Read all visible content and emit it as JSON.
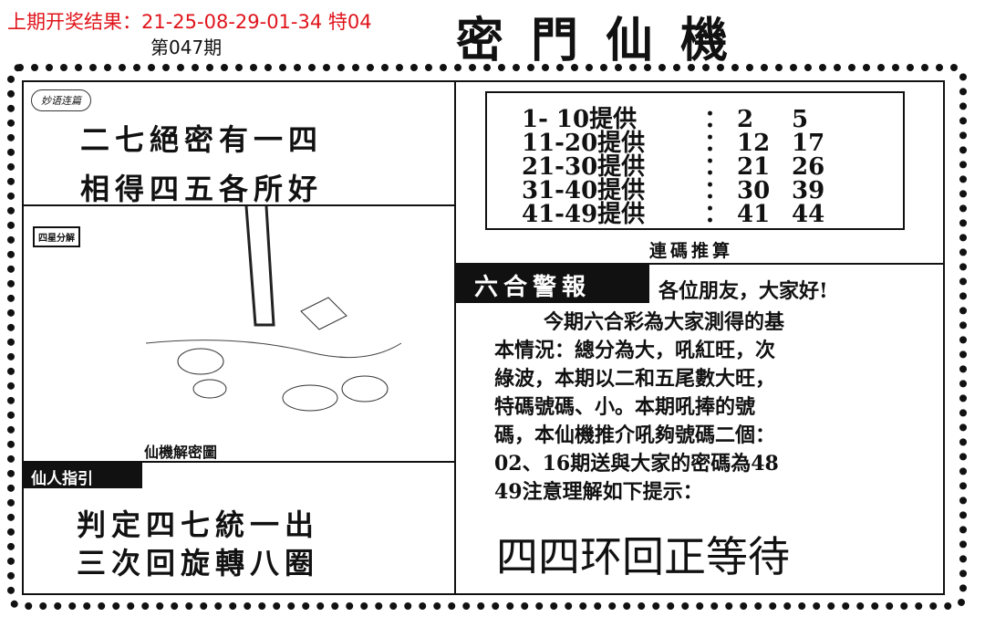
{
  "header": {
    "last_result": "上期开奖结果：21-25-08-29-01-34 特04",
    "issue": "第047期",
    "title": "密門仙機"
  },
  "left": {
    "badge": "妙语连篇",
    "poem1": [
      "二七絕密有一四",
      "相得四五各所好"
    ],
    "picture_badge": "四星分解",
    "picture_caption": "仙機解密圖",
    "guide_label": "仙人指引",
    "poem2": [
      "判定四七統一出",
      "三次回旋轉八圈"
    ]
  },
  "right": {
    "ranges": [
      {
        "range": "1- 10提供",
        "sep": "：",
        "a": "2",
        "b": "5"
      },
      {
        "range": "11-20提供",
        "sep": "：",
        "a": "12",
        "b": "17"
      },
      {
        "range": "21-30提供",
        "sep": "：",
        "a": "21",
        "b": "26"
      },
      {
        "range": "31-40提供",
        "sep": "：",
        "a": "30",
        "b": "39"
      },
      {
        "range": "41-49提供",
        "sep": "：",
        "a": "41",
        "b": "44"
      }
    ],
    "ranges_caption": "連碼推算",
    "alert_label": "六合警報",
    "alert_lines": [
      "各位朋友，大家好!",
      "今期六合彩為大家測得的基",
      "本情況：總分為大，吼紅旺，次",
      "綠波，本期以二和五尾數大旺，",
      "特碼號碼、小。本期吼捧的號",
      "碼，本仙機推介吼夠號碼二個：",
      "02、16期送與大家的密碼為48",
      "49注意理解如下提示："
    ],
    "hint": "四四环回正等待"
  }
}
